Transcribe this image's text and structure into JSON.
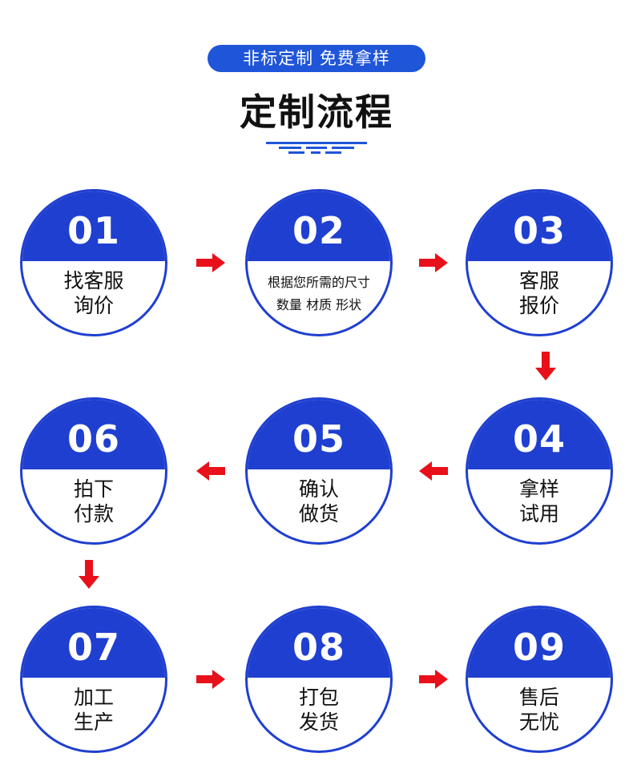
{
  "header": {
    "badge": "非标定制 免费拿样",
    "title": "定制流程"
  },
  "colors": {
    "blue": "#1f3fd0",
    "pill": "#1f55d8",
    "arrow": "#e8101a"
  },
  "steps": [
    {
      "num": "01",
      "line1": "找客服",
      "line2": "询价"
    },
    {
      "num": "02",
      "line1": "根据您所需的尺寸",
      "line2": "数量 材质 形状"
    },
    {
      "num": "03",
      "line1": "客服",
      "line2": "报价"
    },
    {
      "num": "04",
      "line1": "拿样",
      "line2": "试用"
    },
    {
      "num": "05",
      "line1": "确认",
      "line2": "做货"
    },
    {
      "num": "06",
      "line1": "拍下",
      "line2": "付款"
    },
    {
      "num": "07",
      "line1": "加工",
      "line2": "生产"
    },
    {
      "num": "08",
      "line1": "打包",
      "line2": "发货"
    },
    {
      "num": "09",
      "line1": "售后",
      "line2": "无忧"
    }
  ]
}
